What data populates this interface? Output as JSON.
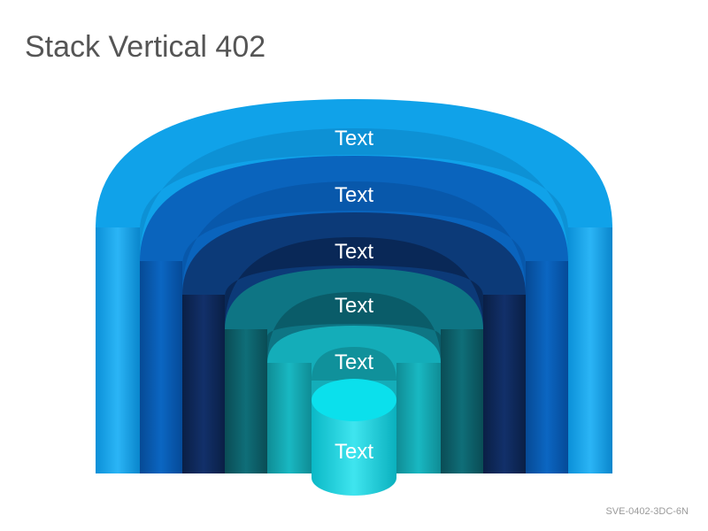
{
  "title": "Stack Vertical 402",
  "code": "SVE-0402-3DC-6N",
  "layers": [
    {
      "label": "Text",
      "color": "#12a3ea"
    },
    {
      "label": "Text",
      "color": "#0a63bb"
    },
    {
      "label": "Text",
      "color": "#0c3b78"
    },
    {
      "label": "Text",
      "color": "#0e7584"
    },
    {
      "label": "Text",
      "color": "#14adb9"
    },
    {
      "label": "Text",
      "color": "#0ed5e2"
    }
  ]
}
